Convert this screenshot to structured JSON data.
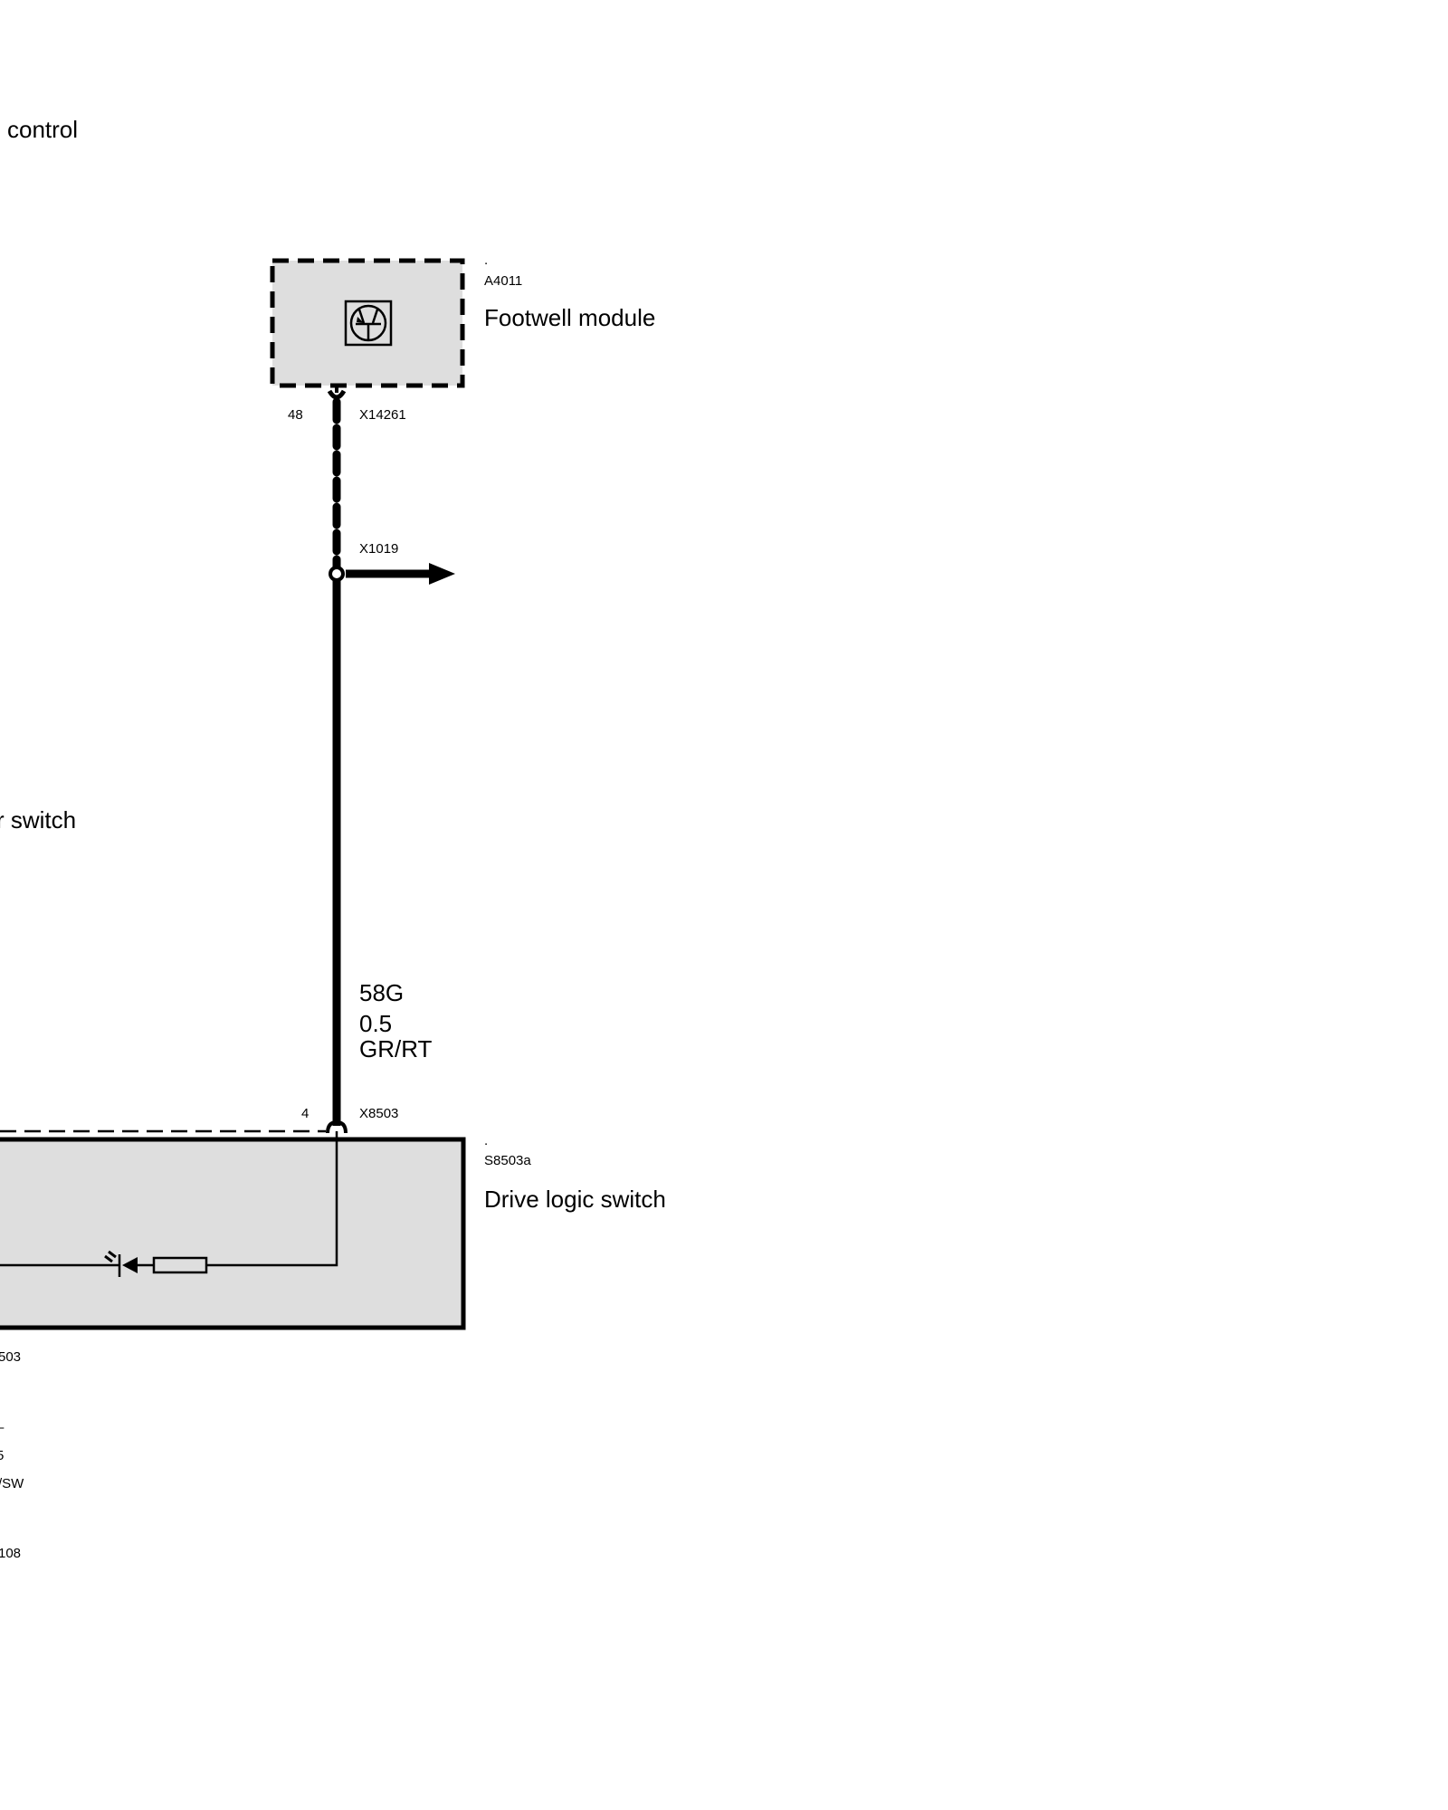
{
  "page_labels": {
    "top_left_cut": "control",
    "mid_left_cut": "r switch"
  },
  "components": {
    "footwell_module": {
      "marker": ".",
      "id": "A4011",
      "name": "Footwell module",
      "connector": "X14261",
      "pin": "48",
      "icon": "transistor-control-unit-icon"
    },
    "splice": {
      "id": "X1019",
      "icon": "arrow-right-icon"
    },
    "drive_logic_switch": {
      "marker": ".",
      "id": "S8503a",
      "name": "Drive logic switch",
      "connector": "X8503",
      "pin": "4",
      "internal": [
        "led-icon",
        "resistor-icon"
      ]
    }
  },
  "wire": {
    "code": "58G",
    "gauge": "0.5",
    "color_code": "GR/RT"
  },
  "bottom_left_cut": {
    "connector_fragment": "503",
    "wire_code_fragment": "–",
    "gauge_fragment": "5",
    "color_fragment": "/SW",
    "splice_fragment": "108"
  },
  "colors": {
    "component_fill": "#dedede",
    "line": "#000000"
  }
}
